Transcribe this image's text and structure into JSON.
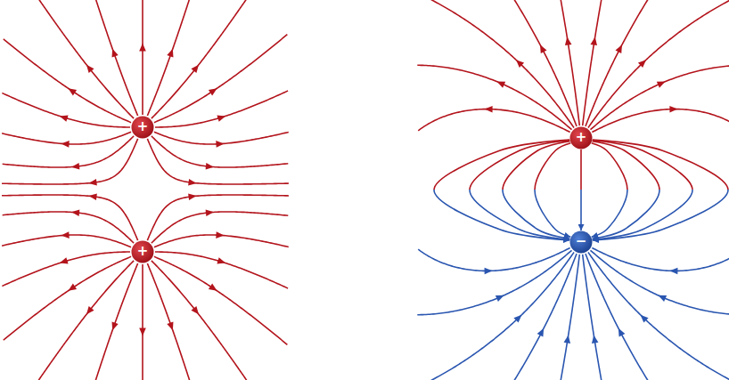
{
  "diagram": {
    "nodes": [
      {
        "text": [
          "+"
        ]
      },
      {
        "text": [
          "+"
        ]
      },
      {
        "text": [
          "+"
        ]
      },
      {
        "text": [
          "−"
        ]
      }
    ],
    "edges": [
      {
        "from": 2,
        "to": 3,
        "arrow": "to"
      },
      {
        "from": 2,
        "to": 3,
        "arrow": "to"
      },
      {
        "from": 2,
        "to": 3,
        "arrow": "to"
      },
      {
        "from": 2,
        "to": 3,
        "arrow": "to"
      },
      {
        "from": 2,
        "to": 3,
        "arrow": "to"
      },
      {
        "from": 2,
        "to": 3,
        "arrow": "to"
      },
      {
        "from": 2,
        "to": 3,
        "arrow": "to"
      },
      {
        "from": 2,
        "to": 3,
        "arrow": "to"
      },
      {
        "from": 2,
        "to": 3,
        "arrow": "to"
      }
    ]
  }
}
